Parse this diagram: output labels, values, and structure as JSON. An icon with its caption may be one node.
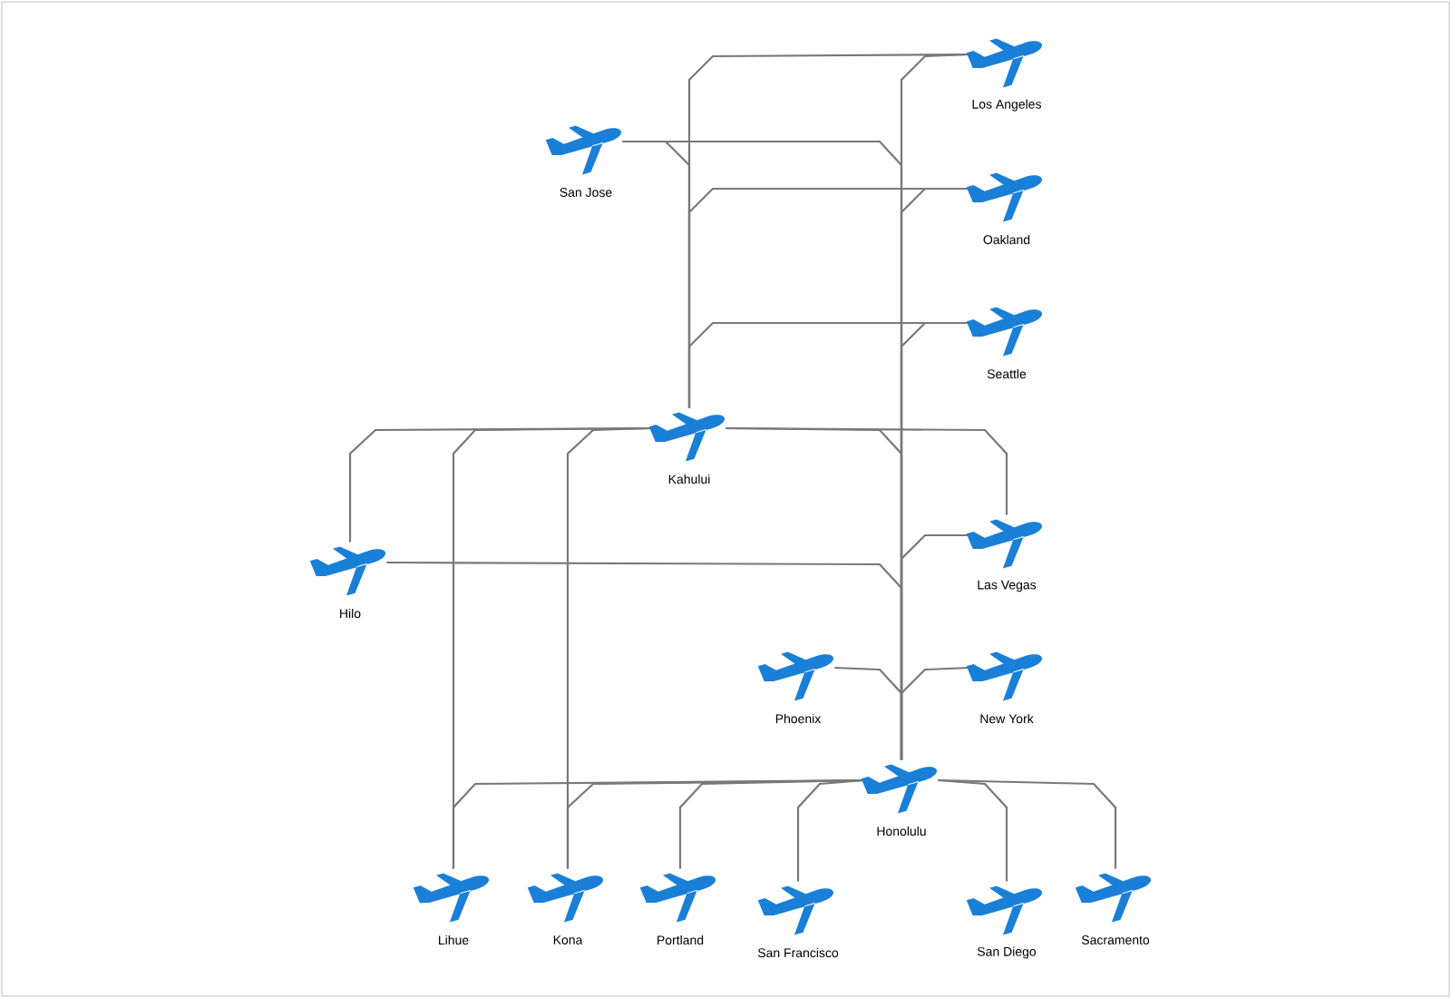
{
  "diagram": {
    "nodes": [
      {
        "text": [
          "Los Angeles"
        ]
      },
      {
        "text": [
          "San Jose"
        ]
      },
      {
        "text": [
          "Oakland"
        ]
      },
      {
        "text": [
          "Seattle"
        ]
      },
      {
        "text": [
          "Kahului"
        ]
      },
      {
        "text": [
          "Hilo"
        ]
      },
      {
        "text": [
          "Las Vegas"
        ]
      },
      {
        "text": [
          "Phoenix"
        ]
      },
      {
        "text": [
          "New York"
        ]
      },
      {
        "text": [
          "Honolulu"
        ]
      },
      {
        "text": [
          "Lihue"
        ]
      },
      {
        "text": [
          "Kona"
        ]
      },
      {
        "text": [
          "Portland"
        ]
      },
      {
        "text": [
          "San Francisco"
        ]
      },
      {
        "text": [
          "San Diego"
        ]
      },
      {
        "text": [
          "Sacramento"
        ]
      }
    ],
    "edges": [
      {
        "from": 0,
        "to": 4,
        "arrow": "none"
      },
      {
        "from": 0,
        "to": 9,
        "arrow": "none"
      },
      {
        "from": 1,
        "to": 4,
        "arrow": "none"
      },
      {
        "from": 1,
        "to": 9,
        "arrow": "none"
      },
      {
        "from": 2,
        "to": 4,
        "arrow": "none"
      },
      {
        "from": 2,
        "to": 9,
        "arrow": "none"
      },
      {
        "from": 3,
        "to": 4,
        "arrow": "none"
      },
      {
        "from": 3,
        "to": 9,
        "arrow": "none"
      },
      {
        "from": 4,
        "to": 5,
        "arrow": "none"
      },
      {
        "from": 4,
        "to": 10,
        "arrow": "none"
      },
      {
        "from": 4,
        "to": 11,
        "arrow": "none"
      },
      {
        "from": 4,
        "to": 9,
        "arrow": "none"
      },
      {
        "from": 4,
        "to": 6,
        "arrow": "none"
      },
      {
        "from": 5,
        "to": 9,
        "arrow": "none"
      },
      {
        "from": 6,
        "to": 9,
        "arrow": "none"
      },
      {
        "from": 7,
        "to": 9,
        "arrow": "none"
      },
      {
        "from": 8,
        "to": 9,
        "arrow": "none"
      },
      {
        "from": 9,
        "to": 10,
        "arrow": "none"
      },
      {
        "from": 9,
        "to": 11,
        "arrow": "none"
      },
      {
        "from": 9,
        "to": 12,
        "arrow": "none"
      },
      {
        "from": 9,
        "to": 13,
        "arrow": "none"
      },
      {
        "from": 9,
        "to": 14,
        "arrow": "none"
      },
      {
        "from": 9,
        "to": 15,
        "arrow": "none"
      }
    ]
  }
}
